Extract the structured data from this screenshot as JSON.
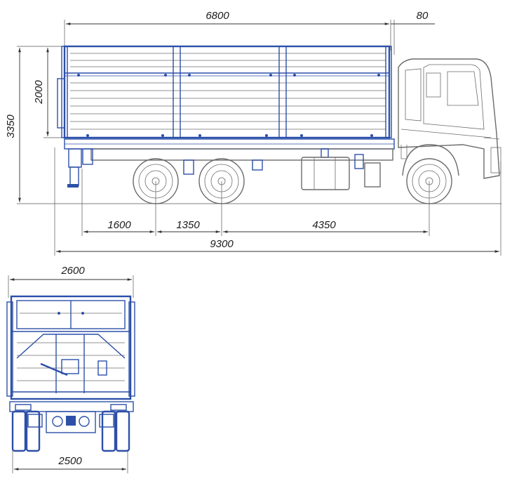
{
  "side_view": {
    "dims": {
      "body_length": "6800",
      "body_gap": "80",
      "body_height": "2000",
      "total_height": "3350",
      "rear_overhang": "1600",
      "rear_axle_spacing": "1350",
      "wheelbase": "4350",
      "total_length": "9300"
    }
  },
  "rear_view": {
    "dims": {
      "body_width": "2600",
      "track_width": "2500"
    }
  },
  "colors": {
    "body_line": "#2c4fa8",
    "cab_line": "#6b6b6b",
    "dimension_line": "#333333"
  }
}
